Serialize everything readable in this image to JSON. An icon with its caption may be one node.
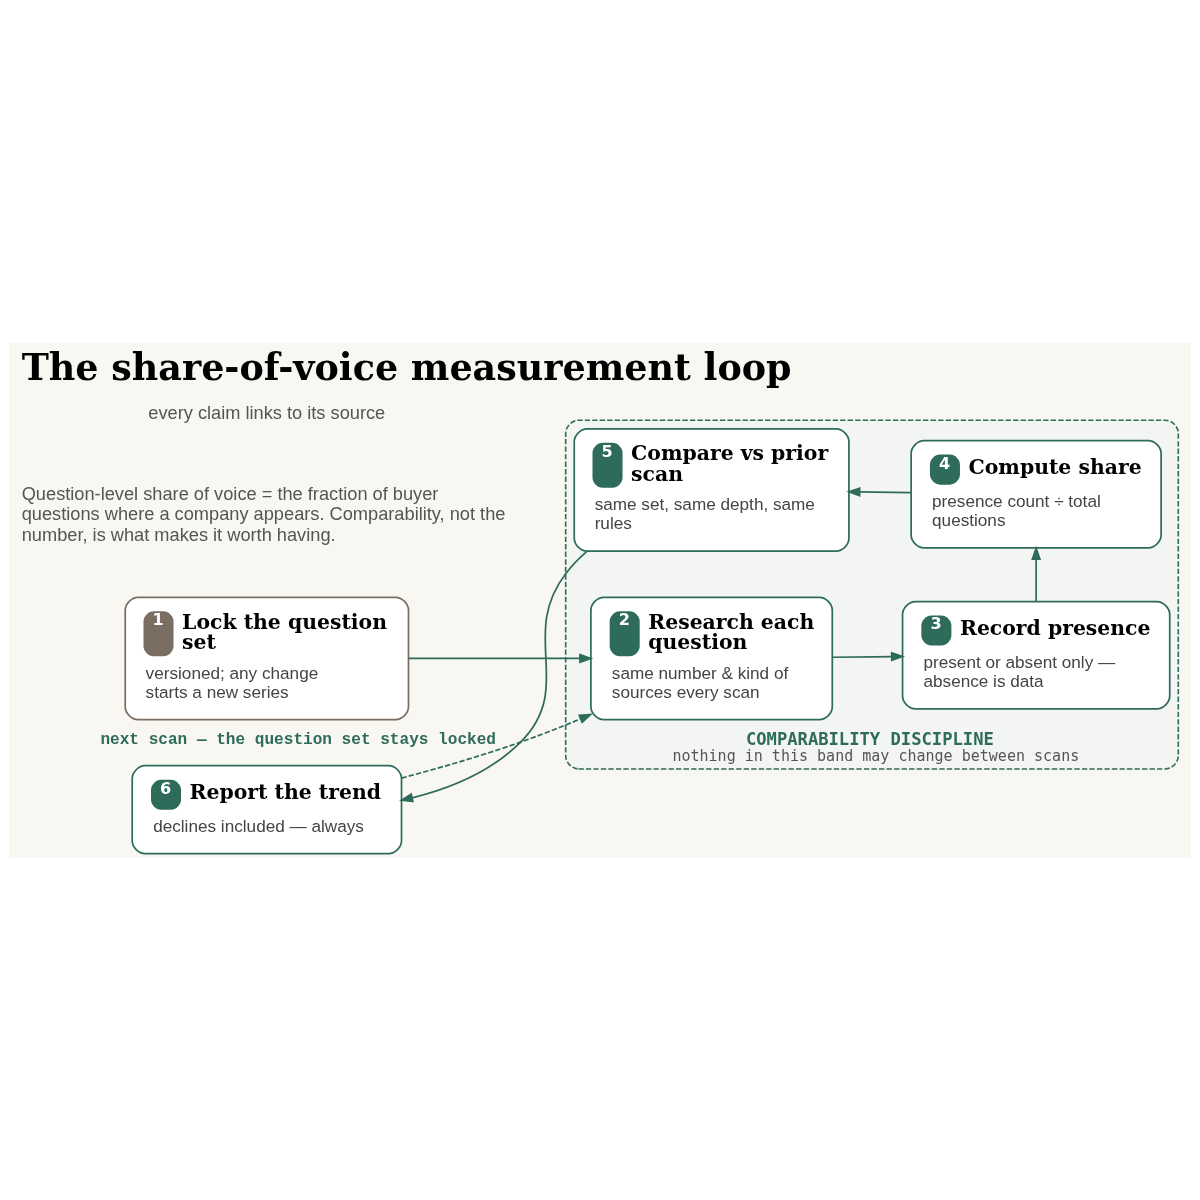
{
  "diagram": {
    "title": "The share-of-voice measurement loop",
    "nodes": [
      {
        "text": [
          "1",
          "Lock the question set",
          "versioned; any change starts a new series"
        ]
      },
      {
        "text": [
          "COMPARABILITY DISCIPLINE",
          "nothing in this band may change between scans"
        ]
      },
      {
        "text": [
          "2",
          "Research each question",
          "same number & kind of sources every scan"
        ],
        "in": 1
      },
      {
        "text": [
          "3",
          "Record presence",
          "present or absent only — absence is data"
        ],
        "in": 1
      },
      {
        "text": [
          "4",
          "Compute share",
          "presence count ÷ total questions"
        ],
        "in": 1
      },
      {
        "text": [
          "5",
          "Compare vs prior scan",
          "same set, same depth, same rules"
        ],
        "in": 1
      },
      {
        "text": [
          "6",
          "Report the trend",
          "declines included — always"
        ]
      }
    ],
    "edges": [
      {
        "from": 0,
        "to": 2,
        "arrow": "to"
      },
      {
        "from": 2,
        "to": 3,
        "arrow": "to"
      },
      {
        "from": 3,
        "to": 4,
        "arrow": "to"
      },
      {
        "from": 4,
        "to": 5,
        "arrow": "to"
      },
      {
        "from": 5,
        "to": 6,
        "arrow": "to"
      },
      {
        "from": 6,
        "to": 2,
        "arrow": "to",
        "style": "dashed",
        "label": "next scan — the question set stays locked"
      }
    ],
    "labels": [
      "Question-level share of voice = the fraction of buyer questions where a company appears. Comparability, not the number, is what makes it worth having.",
      "every claim links to its source"
    ]
  }
}
